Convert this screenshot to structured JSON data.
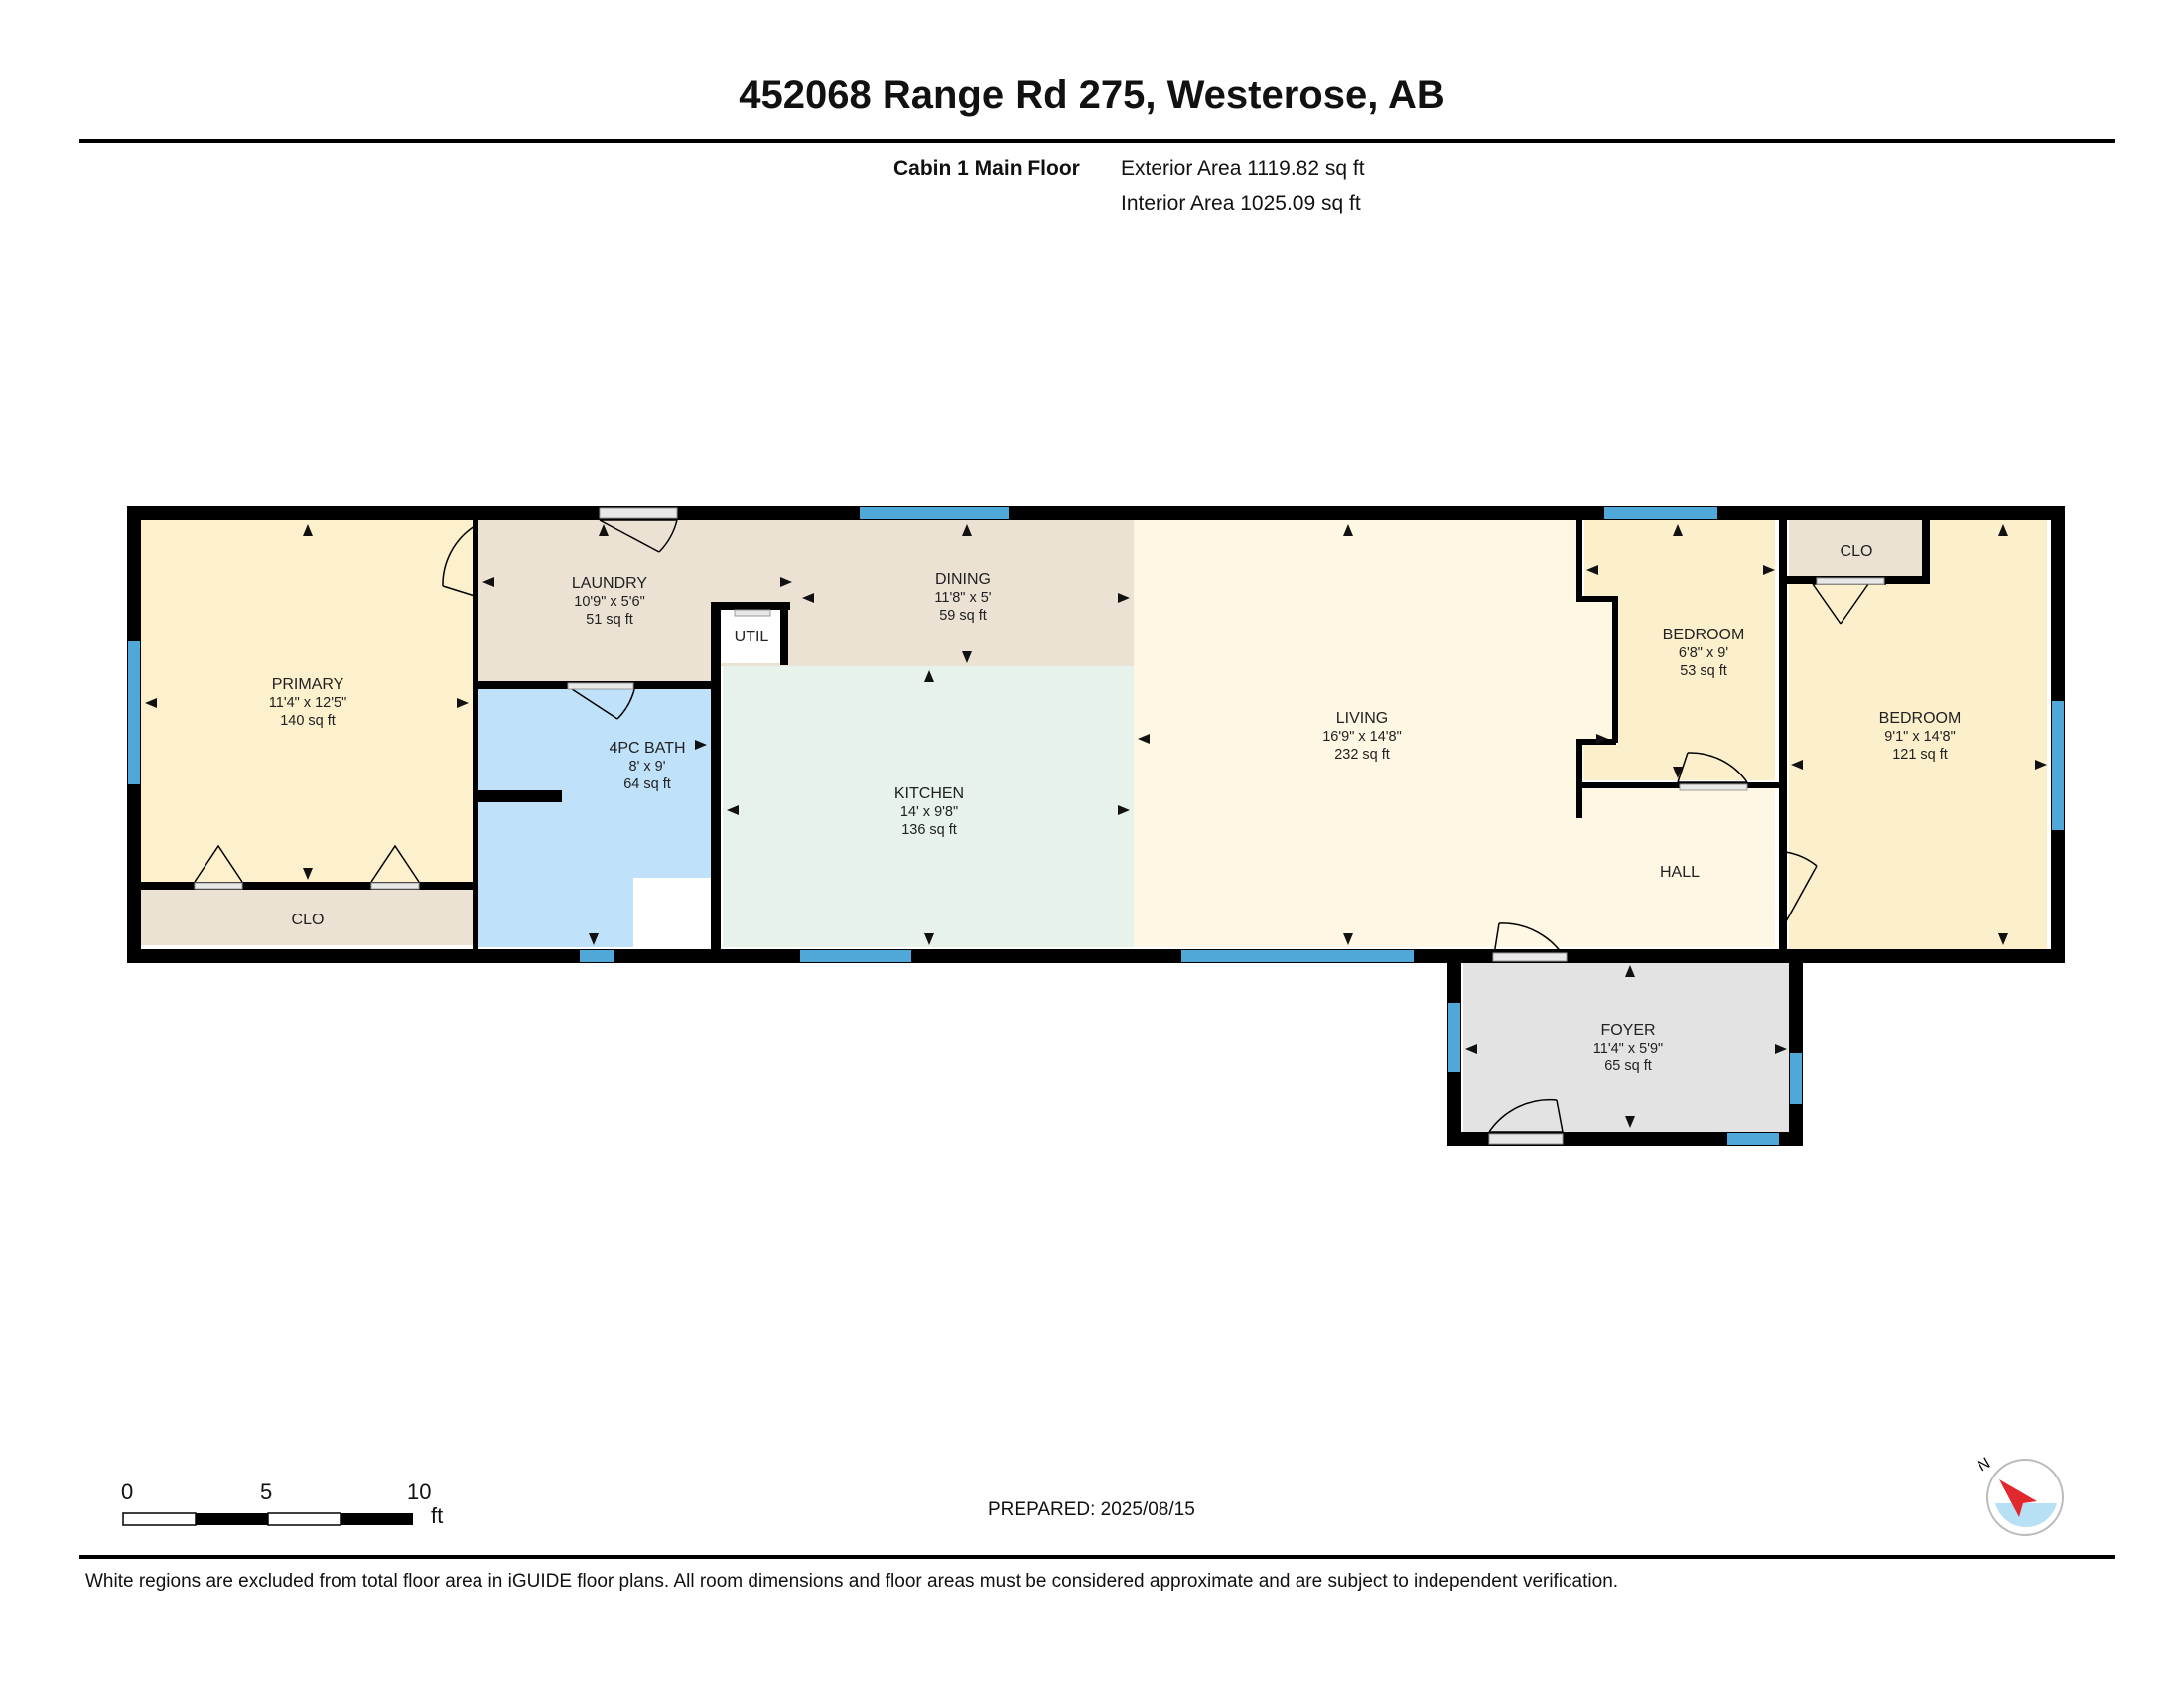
{
  "title": "452068 Range Rd 275, Westerose, AB",
  "floor_label": "Cabin 1 Main Floor",
  "exterior_area": "Exterior Area 1119.82 sq ft",
  "interior_area": "Interior Area 1025.09 sq ft",
  "colors": {
    "wall": "#000000",
    "window": "#4fa8d8",
    "primary": "#fdf0cc",
    "laundry_dining": "#ebe2d4",
    "bath": "#bfe2fa",
    "kitchen": "#e6f2ea",
    "living": "#fdf7e3",
    "bedroom": "#fcefcc",
    "hall": "#fdf7e3",
    "foyer": "#e3e3e3",
    "closet": "#ebe2d4",
    "compass_needle": "#e0282e",
    "compass_fill": "#b8e0f5"
  },
  "rooms": {
    "primary": {
      "name": "PRIMARY",
      "dims": "11'4\" x 12'5\"",
      "area": "140 sq ft"
    },
    "laundry": {
      "name": "LAUNDRY",
      "dims": "10'9\" x 5'6\"",
      "area": "51 sq ft"
    },
    "dining": {
      "name": "DINING",
      "dims": "11'8\" x 5'",
      "area": "59 sq ft"
    },
    "util": {
      "name": "UTIL"
    },
    "bath": {
      "name": "4PC BATH",
      "dims": "8' x 9'",
      "area": "64 sq ft"
    },
    "kitchen": {
      "name": "KITCHEN",
      "dims": "14' x 9'8\"",
      "area": "136 sq ft"
    },
    "living": {
      "name": "LIVING",
      "dims": "16'9\" x 14'8\"",
      "area": "232 sq ft"
    },
    "bedroom2": {
      "name": "BEDROOM",
      "dims": "6'8\" x 9'",
      "area": "53 sq ft"
    },
    "bedroom1": {
      "name": "BEDROOM",
      "dims": "9'1\" x 14'8\"",
      "area": "121 sq ft"
    },
    "clo_primary": {
      "name": "CLO"
    },
    "clo_bedroom": {
      "name": "CLO"
    },
    "hall": {
      "name": "HALL"
    },
    "foyer": {
      "name": "FOYER",
      "dims": "11'4\" x 5'9\"",
      "area": "65 sq ft"
    }
  },
  "scale": {
    "labels": [
      "0",
      "5",
      "10"
    ],
    "unit": "ft"
  },
  "compass": {
    "label": "N",
    "icon": "compass-icon"
  },
  "prepared": "PREPARED: 2025/08/15",
  "disclaimer": "White regions are excluded from total floor area in iGUIDE floor plans. All room dimensions and floor areas must be considered approximate and are subject to independent verification."
}
